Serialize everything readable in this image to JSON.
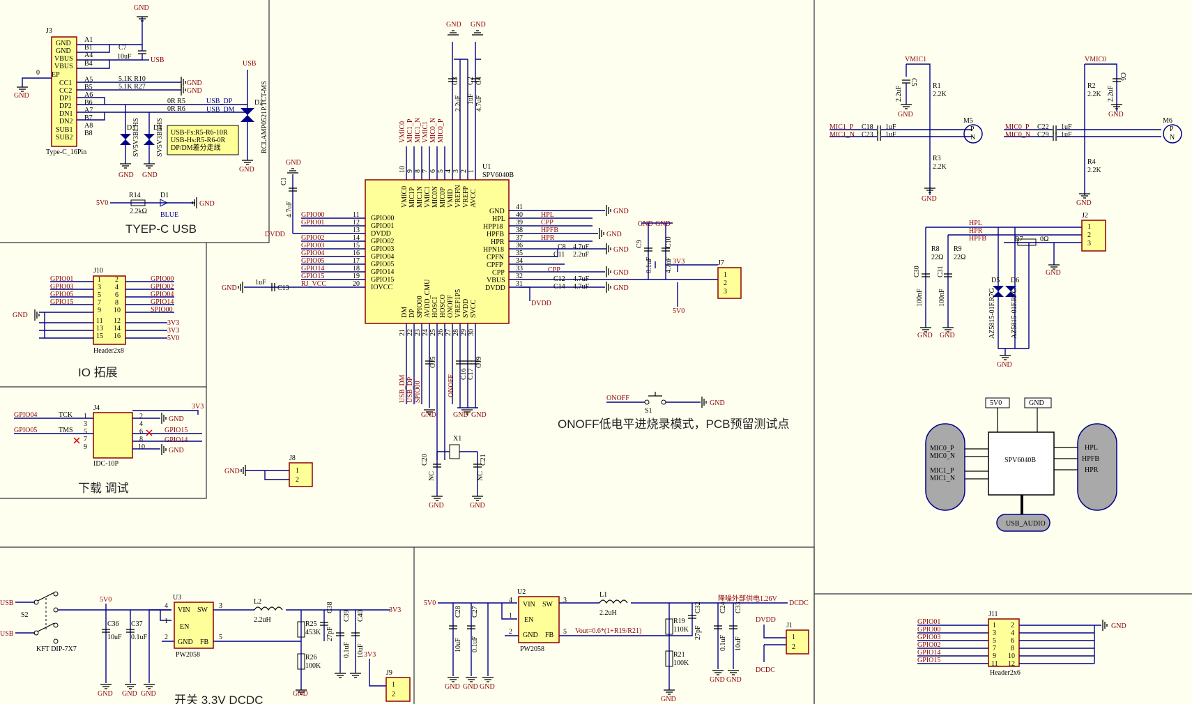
{
  "sections": {
    "usb": "TYEP-C USB",
    "io": "IO 拓展",
    "debug": "下载 调试",
    "onoff_note": "ONOFF低电平进烧录模式，PCB预留测试点",
    "dcdc": "开关 3.3V DCDC"
  },
  "usb_conn": {
    "ref": "J3",
    "name": "Type-C_16Pin",
    "pins_left": [
      "GND",
      "GND",
      "VBUS",
      "VBUS",
      "EP",
      "CC1",
      "CC2",
      "DP1",
      "DP2",
      "DN1",
      "DN2",
      "SUB1",
      "SUB2"
    ],
    "pins_num": [
      "A1",
      "B1",
      "A4",
      "B4",
      "",
      "A5",
      "B5",
      "A6",
      "B6",
      "A7",
      "B7",
      "A8",
      "B8"
    ],
    "ep_num": "0",
    "c7": "C7",
    "c7_val": "10uF",
    "r10": "5.1K R10",
    "r27": "5.1K R27",
    "r5": "0R R5",
    "r6": "0R R6",
    "usb_dp": "USB_DP",
    "usb_dm": "USB_DM",
    "d2": "D2",
    "d2_name": "RCLAMP0521P.TCT-MS",
    "d3": "D3",
    "d4": "D4",
    "d3_name": "SV5V3BLHS",
    "d4_name": "SV5V3BLHS",
    "note": [
      "USB-Fs:R5-R6-10R",
      "USB-Hs:R5-R6-0R",
      "DP/DM差分走线"
    ],
    "r14": "R14",
    "r14_val": "2.2kΩ",
    "d1": "D1",
    "d1_name": "BLUE",
    "v5": "5V0",
    "gnd": "GND",
    "usb": "USB"
  },
  "header_io": {
    "ref": "J10",
    "name": "Header2x8",
    "left": [
      "GPIO01",
      "GPIO03",
      "GPIO05",
      "GPIO15"
    ],
    "right": [
      "GPIO00",
      "GPIO02",
      "GPIO04",
      "GPIO14",
      "SPIO00",
      "3V3",
      "3V3",
      "5V0"
    ],
    "nums_l": [
      "1",
      "3",
      "5",
      "7",
      "9",
      "11",
      "13",
      "15"
    ],
    "nums_r": [
      "2",
      "4",
      "6",
      "8",
      "10",
      "12",
      "14",
      "16"
    ]
  },
  "header_dbg": {
    "ref": "J4",
    "name": "IDC-10P",
    "v33": "3V3",
    "left": [
      "GPIO04",
      "GPIO05"
    ],
    "mid": [
      "TCK",
      "TMS"
    ],
    "right": [
      "GPIO15",
      "GPIO14"
    ],
    "nums_l": [
      "1",
      "3",
      "5",
      "7",
      "9"
    ],
    "nums_r": [
      "2",
      "4",
      "6",
      "8",
      "10"
    ]
  },
  "j8": {
    "ref": "J8",
    "pins": [
      "1",
      "2"
    ]
  },
  "ic": {
    "ref": "U1",
    "name": "SPV6040B",
    "left_nets": [
      "GPIO00",
      "GPIO01",
      "",
      "GPIO02",
      "GPIO03",
      "GPIO04",
      "GPIO05",
      "GPIO14",
      "GPIO15",
      "RJ_VCC"
    ],
    "left_pins": [
      "GPIO00",
      "GPIO01",
      "DVDD",
      "GPIO02",
      "GPIO03",
      "GPIO04",
      "GPIO05",
      "GPIO14",
      "GPIO15",
      "IOVCC"
    ],
    "left_nums": [
      "11",
      "12",
      "13",
      "14",
      "15",
      "16",
      "17",
      "18",
      "19",
      "20"
    ],
    "right_pins": [
      "GND",
      "HPL",
      "HPP18",
      "HPFB",
      "HPR",
      "HPN18",
      "CPFN",
      "CPFP",
      "CPP",
      "VBUS",
      "DVDD"
    ],
    "right_nums": [
      "41",
      "40",
      "39",
      "38",
      "37",
      "36",
      "35",
      "34",
      "33",
      "32",
      "31"
    ],
    "right_nets": [
      "",
      "HPL",
      "CPP",
      "HPFB",
      "HPR",
      "",
      "",
      "",
      "CPP",
      "",
      ""
    ],
    "top_pins": [
      "VMIC0",
      "MIC1P",
      "MIC1N",
      "VMIC1",
      "MIC0N",
      "MIC0P",
      "VMID",
      "VREFN",
      "VREFP",
      "AVCC"
    ],
    "top_nums": [
      "10",
      "9",
      "8",
      "7",
      "6",
      "5",
      "4",
      "3",
      "2",
      "1"
    ],
    "top_nets": [
      "VMIC0",
      "MIC1_P",
      "MIC1_N",
      "VMIC1",
      "MIC0_N",
      "MIC0_P"
    ],
    "bot_pins": [
      "DM",
      "DP",
      "SPIO00",
      "AVDD_CMU",
      "HOSCI",
      "HOSCO",
      "ONOFF",
      "VREF1P5",
      "SVDD",
      "SVCC"
    ],
    "bot_nums": [
      "21",
      "22",
      "23",
      "24",
      "25",
      "26",
      "27",
      "28",
      "29",
      "30"
    ],
    "bot_nets": [
      "USB_DM",
      "USB_DP",
      "SPIO00",
      "",
      "",
      "",
      "ONOFF"
    ],
    "dvdd": "DVDD",
    "gnd": "GND",
    "c1": "C1",
    "c1_val": "4.7uF",
    "c13": "C13",
    "c13_val": "1uF",
    "c2": "C2",
    "c2_val": "1uF",
    "c3": "C3",
    "c3_val": "2.2uF",
    "c4": "C4",
    "c4_val": "4.7uF",
    "c8": "C8",
    "c8_val": "4.7uF",
    "c11": "C11",
    "c11_val": "2.2uF",
    "c12": "C12",
    "c12_val": "4.7uF",
    "c14": "C14",
    "c14_val": "4.7uF",
    "c9": "C9",
    "c9_val": "0.1uF",
    "c10": "C10",
    "c10_val": "4.7uF",
    "c15": "C15",
    "c16": "C16",
    "c17": "C17",
    "c19": "C19",
    "c20": "C20",
    "c21": "C21",
    "nc": "NC",
    "x1": "X1",
    "j7": "J7",
    "j7_pins": [
      "1",
      "2",
      "3"
    ],
    "v33": "3V3",
    "v5": "5V0"
  },
  "onoff": {
    "net": "ONOFF",
    "sw": "S1",
    "gnd": "GND"
  },
  "mic1": {
    "vmic": "VMIC1",
    "c5": "C5",
    "c5_val": "2.2uF",
    "r1": "R1",
    "r1_val": "2.2K",
    "r3": "R3",
    "r3_val": "2.2K",
    "net_p": "MIC1_P",
    "net_n": "MIC1_N",
    "c18": "C18",
    "c23": "C23",
    "cval": "1uF",
    "mic": "M5",
    "gnd": "GND"
  },
  "mic0": {
    "vmic": "VMIC0",
    "c6": "C6",
    "c6_val": "2.2uF",
    "r2": "R2",
    "r2_val": "2.2K",
    "r4": "R4",
    "r4_val": "2.2K",
    "net_p": "MIC0_P",
    "net_n": "MIC0_N",
    "c22": "C22",
    "c29": "C29",
    "cval": "1uF",
    "mic": "M6",
    "gnd": "GND"
  },
  "headphone": {
    "nets": [
      "HPL",
      "HPR",
      "HPFB"
    ],
    "r7": "R7",
    "r7_val": "0Ω",
    "r8": "R8",
    "r8_val": "22Ω",
    "r9": "R9",
    "r9_val": "22Ω",
    "c30": "C30",
    "c31": "C31",
    "c_val": "100nF",
    "d5": "D5",
    "d6": "D6",
    "d_name": "AZ5815-01F.R7G",
    "j2": "J2",
    "j2_pins": [
      "1",
      "2",
      "3"
    ],
    "gnd": "GND"
  },
  "block": {
    "chip": "SPV6040B",
    "v5": "5V0",
    "gnd": "GND",
    "left": [
      "MIC0_P",
      "MIC0_N",
      "MIC1_P",
      "MIC1_N"
    ],
    "right": [
      "HPL",
      "HPFB",
      "HPR"
    ],
    "usb": "USB_AUDIO"
  },
  "j11": {
    "ref": "J11",
    "name": "Header2x6",
    "left": [
      "GPIO01",
      "GPIO00",
      "GPIO03",
      "GPIO02",
      "GPIO14",
      "GPIO15"
    ],
    "nums_l": [
      "1",
      "3",
      "5",
      "7",
      "9",
      "11"
    ],
    "nums_r": [
      "2",
      "4",
      "6",
      "8",
      "10",
      "12"
    ],
    "gnd": "GND"
  },
  "sw": {
    "ref": "S2",
    "name": "KFT DIP-7X7",
    "usb": "USB"
  },
  "u3": {
    "ref": "U3",
    "name": "PW2058",
    "pins": [
      "VIN",
      "SW",
      "EN",
      "GND",
      "FB"
    ],
    "nums": [
      "4",
      "3",
      "1",
      "2",
      "5"
    ],
    "l2": "L2",
    "l2_val": "2.2uH",
    "c36": "C36",
    "c36_val": "10uF",
    "c37": "C37",
    "c37_val": "0.1uF",
    "r25": "R25",
    "r25_val": "453K",
    "r26": "R26",
    "r26_val": "100K",
    "c38": "C38",
    "c38_val": "27pF",
    "c39": "C39",
    "c39_val": "0.1uF",
    "c40": "C40",
    "c40_val": "10uF",
    "v5": "5V0",
    "v33": "3V3",
    "j9": "J9",
    "j9_pins": [
      "1",
      "2"
    ],
    "gnd": "GND"
  },
  "u2": {
    "ref": "U2",
    "name": "PW2058",
    "pins": [
      "VIN",
      "SW",
      "EN",
      "GND",
      "FB"
    ],
    "nums": [
      "4",
      "3",
      "1",
      "2",
      "5"
    ],
    "l1": "L1",
    "l1_val": "2.2uH",
    "formula": "Vout=0.6*(1+R19/R21)",
    "c28": "C28",
    "c28_val": "10uF",
    "c27": "C27",
    "c27_val": "0.1uF",
    "r19": "R19",
    "r19_val": "110K",
    "r21": "R21",
    "r21_val": "100K",
    "c32": "C32",
    "c32_val": "27pF",
    "c24": "C24",
    "c24_val": "0.1uF",
    "c33": "C33",
    "c33_val": "10uF",
    "note": "降噪外部供电1.26V",
    "dcdc": "DCDC",
    "dvdd": "DVDD",
    "j1": "J1",
    "j1_pins": [
      "1",
      "2"
    ],
    "v5": "5V0",
    "gnd": "GND"
  }
}
